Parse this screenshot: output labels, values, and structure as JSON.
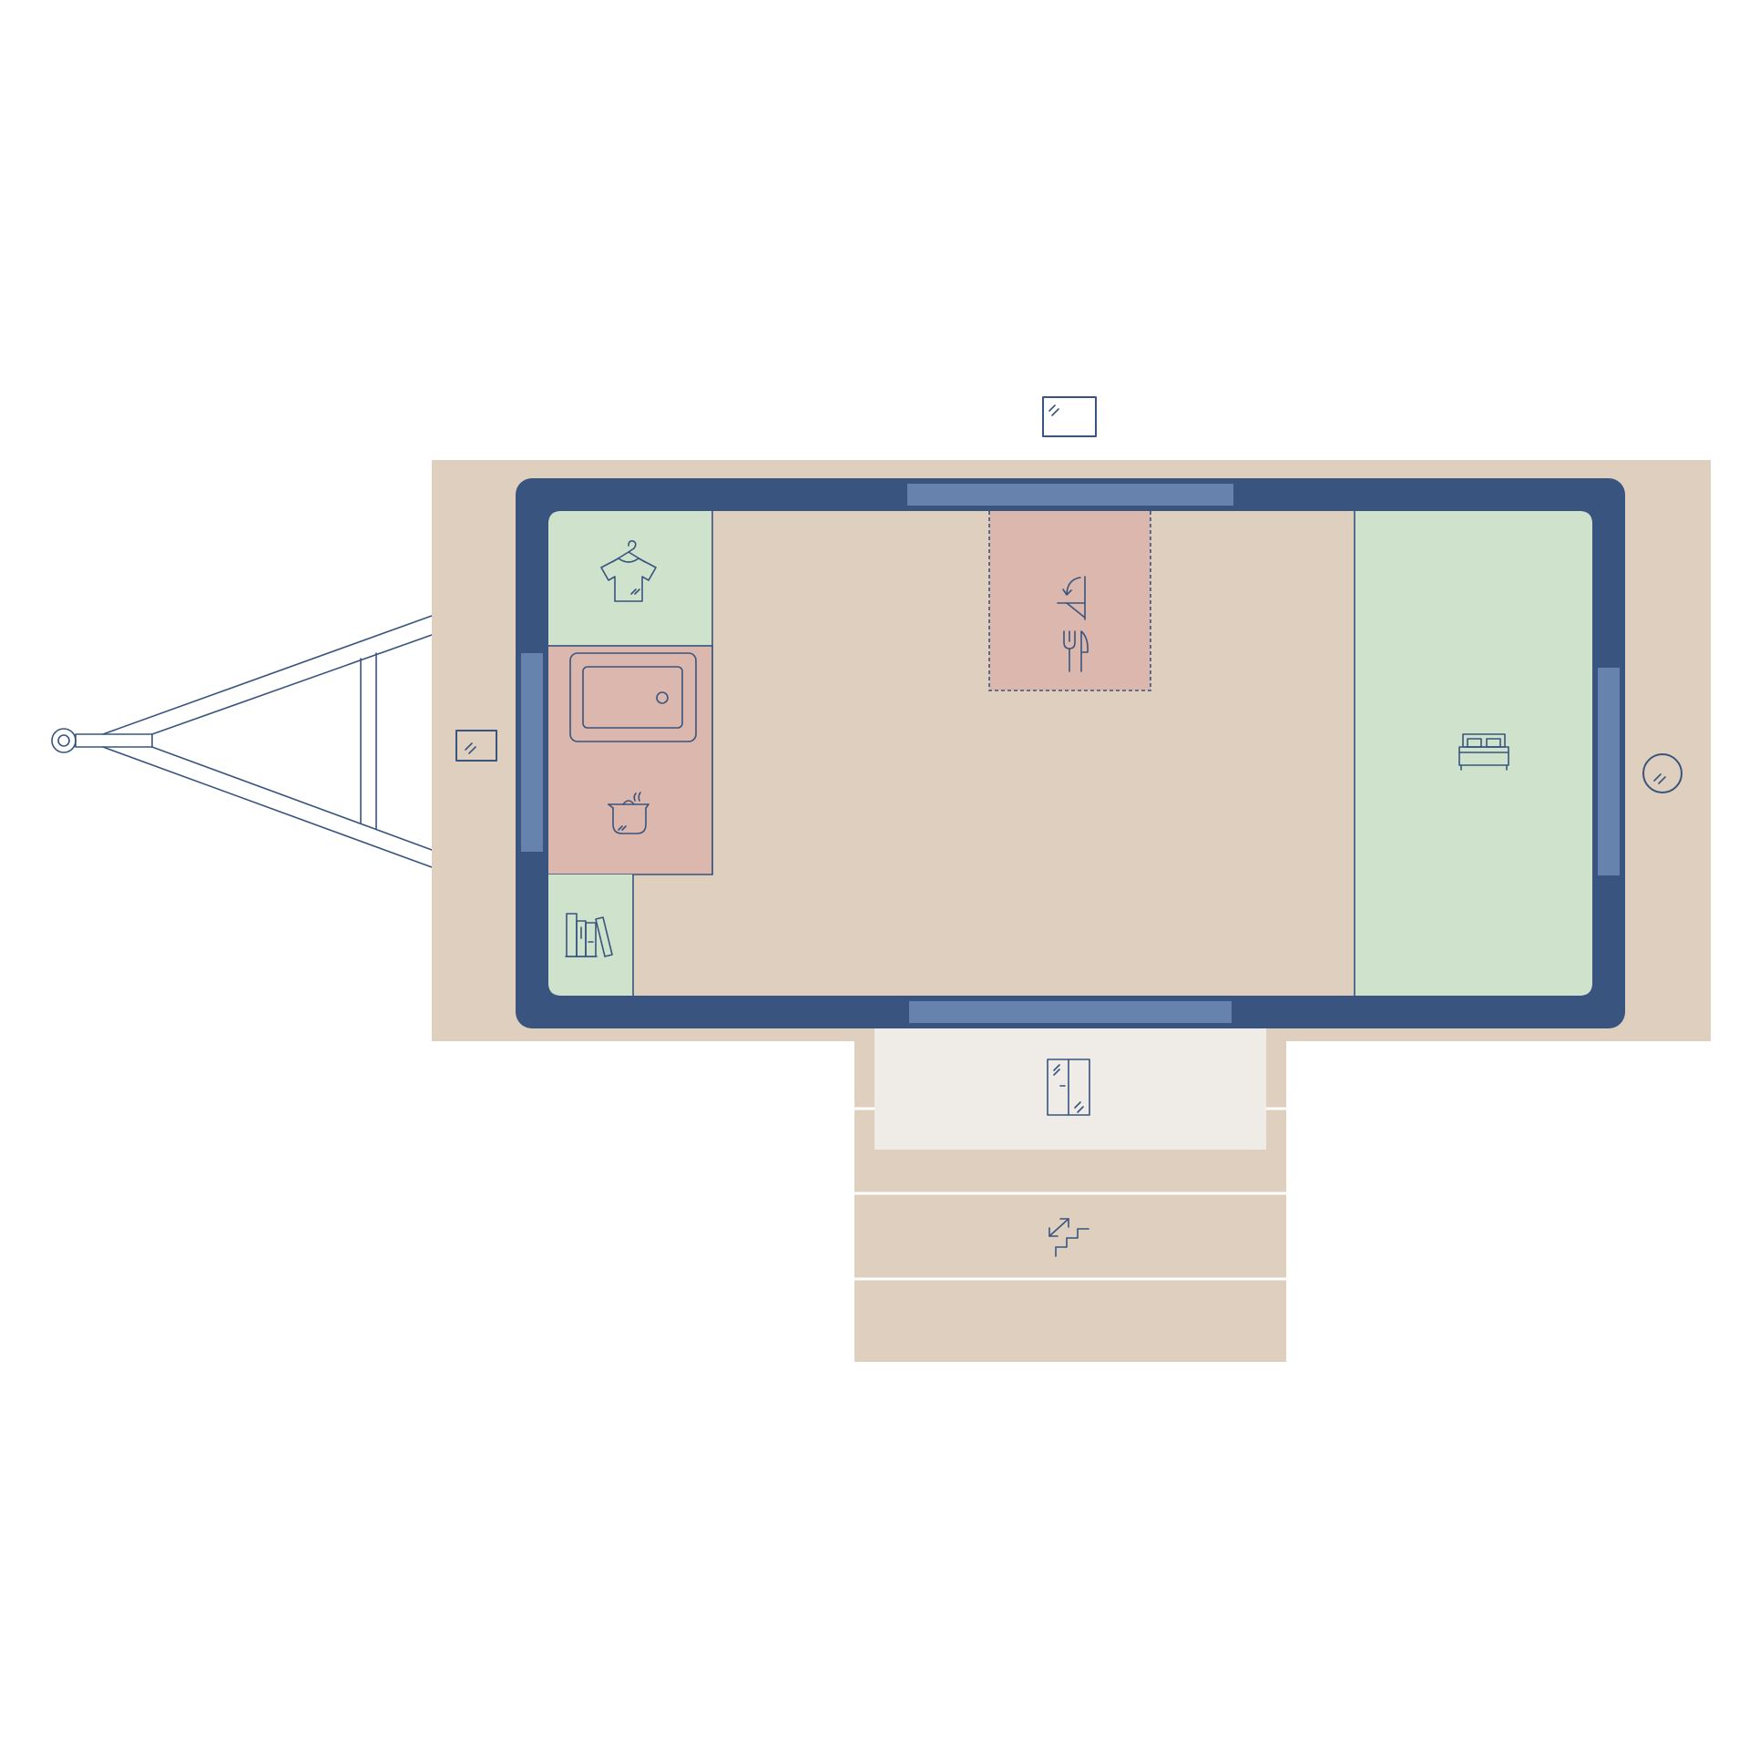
{
  "plan": {
    "colors": {
      "floor": "#dfcfbf",
      "wall": "#38547f",
      "window": "#6683ad",
      "storage_zone": "#cfe2cb",
      "kitchen_zone": "#dbb7ad",
      "porch_zone": "#efebe6",
      "outline": "#38547f",
      "background": "#ffffff"
    },
    "zones": [
      {
        "name": "wardrobe",
        "icon": "shirt-hanger-icon"
      },
      {
        "name": "kitchen",
        "icon": "cooking-pot-icon",
        "fixture": "sink-icon"
      },
      {
        "name": "bookshelf",
        "icon": "books-icon"
      },
      {
        "name": "fold-down-dining",
        "icon": "fork-knife-icon",
        "fixture": "fold-down-table-icon"
      },
      {
        "name": "bedroom",
        "icon": "bed-icon"
      },
      {
        "name": "entry-porch",
        "icon": "sliding-door-icon"
      },
      {
        "name": "deck-steps",
        "icon": "stairs-icon"
      }
    ],
    "exterior": [
      "trailer-hitch",
      "exterior-window-icon",
      "exterior-light-icon"
    ]
  }
}
